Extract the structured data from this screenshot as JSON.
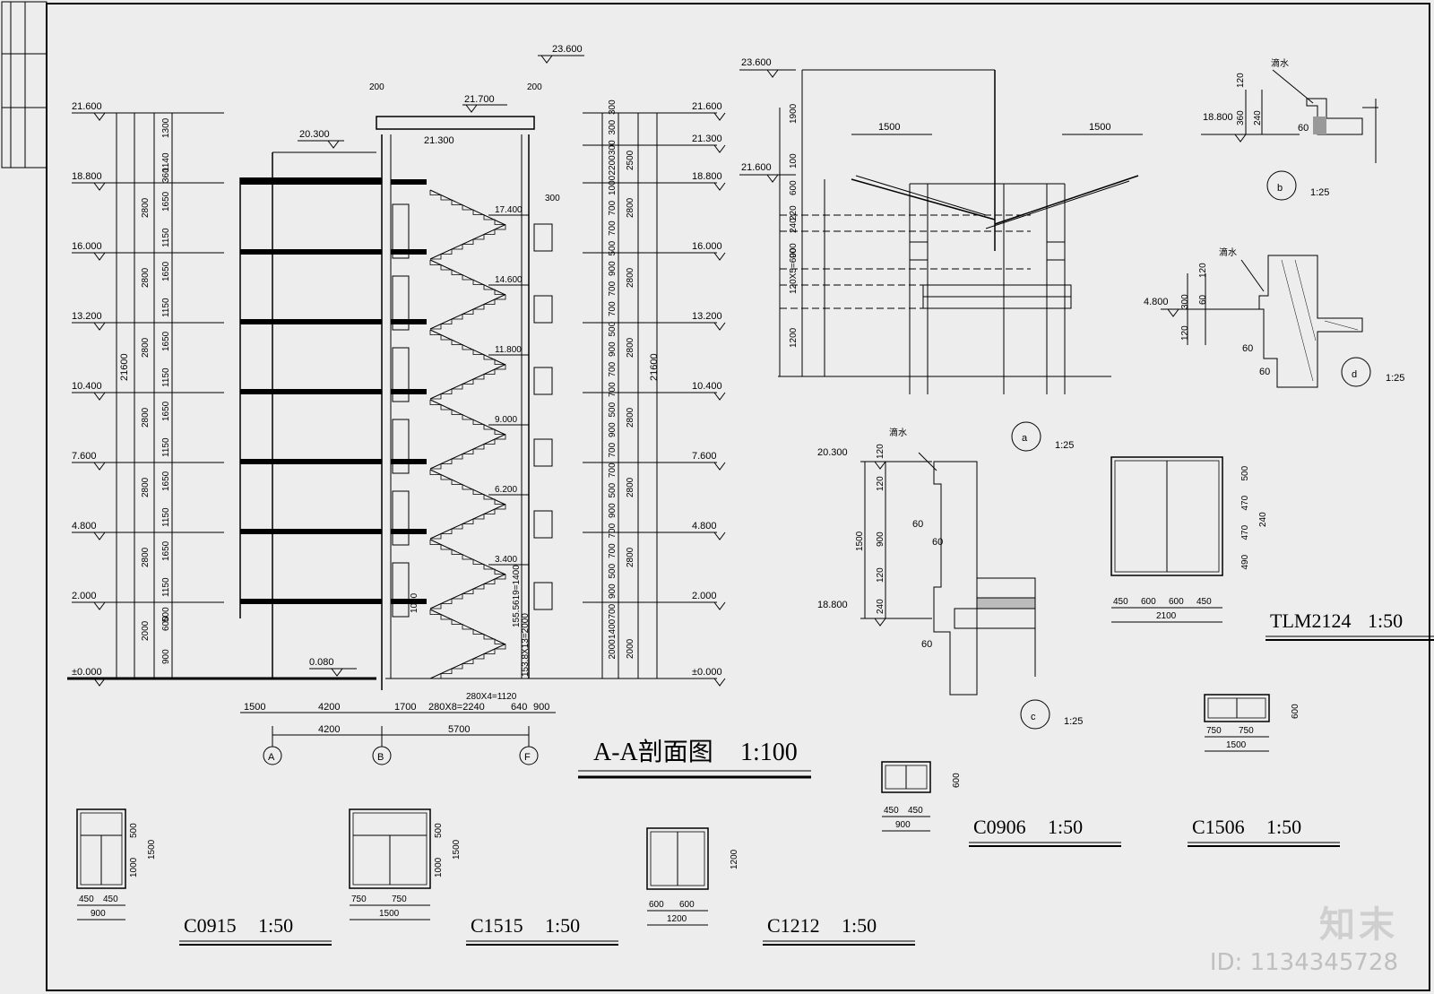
{
  "section": {
    "title": "A-A剖面图",
    "scale": "1:100",
    "left_elevations": [
      "21.600",
      "18.800",
      "16.000",
      "13.200",
      "10.400",
      "7.600",
      "4.800",
      "2.000",
      "±0.000"
    ],
    "right_elevations": [
      "21.600",
      "21.300",
      "18.800",
      "16.000",
      "13.200",
      "10.400",
      "7.600",
      "4.800",
      "2.000",
      "±0.000"
    ],
    "top_elevations": [
      "23.600",
      "21.700",
      "21.300",
      "20.300",
      "0.080"
    ],
    "stair_landings": [
      "17.400",
      "14.600",
      "11.800",
      "9.000",
      "6.200",
      "3.400"
    ],
    "left_dims_outer": [
      "2800",
      "2800",
      "2800",
      "2800",
      "2800",
      "2800",
      "2000"
    ],
    "left_dims_inner": [
      "1300",
      "1140",
      "360",
      "1650",
      "1150",
      "1650",
      "1150",
      "1650",
      "1150",
      "1650",
      "1150",
      "1650",
      "1150",
      "1650",
      "1150",
      "600",
      "500",
      "900"
    ],
    "total_height": "21600",
    "right_dims_outer": [
      "2500",
      "2800",
      "2800",
      "2800",
      "2800",
      "2800",
      "2800",
      "2000"
    ],
    "right_dims_inner": [
      "300",
      "300",
      "300",
      "2200",
      "1000",
      "700",
      "700",
      "500",
      "900",
      "700",
      "700",
      "500",
      "900",
      "700",
      "700",
      "500",
      "900",
      "700",
      "700",
      "500",
      "900",
      "700",
      "700",
      "500",
      "900",
      "700",
      "1400",
      "2000"
    ],
    "bottom_dims_row1": [
      "1500",
      "4200",
      "1700",
      "280X8=2240",
      "640",
      "900"
    ],
    "bottom_dims_row2": [
      "4200",
      "5700"
    ],
    "stair_note": "280X4=1120",
    "stair_vertical_1": "155.5619=1400",
    "stair_vertical_2": "153.8X13=2000",
    "small_dims": [
      "200",
      "200",
      "300",
      "1000"
    ],
    "axes": [
      "A",
      "B",
      "F"
    ]
  },
  "detail_a": {
    "label": "a",
    "scale": "1:25",
    "elevations": [
      "23.600",
      "21.600"
    ],
    "dims": [
      "1900",
      "100",
      "600",
      "220",
      "240",
      "900",
      "120X5=600",
      "1200"
    ],
    "widths": [
      "1500",
      "1500"
    ]
  },
  "detail_b": {
    "label": "b",
    "scale": "1:25",
    "elevation": "18.800",
    "note": "滴水",
    "dims": [
      "120",
      "360",
      "240",
      "60"
    ]
  },
  "detail_c": {
    "label": "c",
    "scale": "1:25",
    "elevations": [
      "20.300",
      "18.800"
    ],
    "note": "滴水",
    "dims": [
      "120",
      "120",
      "900",
      "1500",
      "120",
      "240",
      "60",
      "60",
      "60"
    ]
  },
  "detail_d": {
    "label": "d",
    "scale": "1:25",
    "elevation": "4.800",
    "note": "滴水",
    "dims": [
      "120",
      "300",
      "60",
      "120",
      "60",
      "60"
    ]
  },
  "windows": [
    {
      "code": "C0915",
      "scale": "1:50",
      "w": [
        "450",
        "450"
      ],
      "total": "900",
      "h": [
        "500",
        "1000"
      ],
      "htotal": "1500"
    },
    {
      "code": "C1515",
      "scale": "1:50",
      "w": [
        "750",
        "750"
      ],
      "total": "1500",
      "h": [
        "500",
        "1000"
      ],
      "htotal": "1500"
    },
    {
      "code": "C1212",
      "scale": "1:50",
      "w": [
        "600",
        "600"
      ],
      "total": "1200",
      "h": [],
      "htotal": "1200"
    },
    {
      "code": "C0906",
      "scale": "1:50",
      "w": [
        "450",
        "450"
      ],
      "total": "900",
      "h": [],
      "htotal": "600"
    },
    {
      "code": "C1506",
      "scale": "1:50",
      "w": [
        "750",
        "750"
      ],
      "total": "1500",
      "h": [],
      "htotal": "600"
    },
    {
      "code": "TLM2124",
      "scale": "1:50",
      "w": [
        "450",
        "600",
        "600",
        "450"
      ],
      "total": "2100",
      "h": [
        "500",
        "470",
        "470",
        "490"
      ],
      "htotal": "240"
    }
  ],
  "watermark": {
    "logo": "知末",
    "id": "ID: 1134345728"
  }
}
